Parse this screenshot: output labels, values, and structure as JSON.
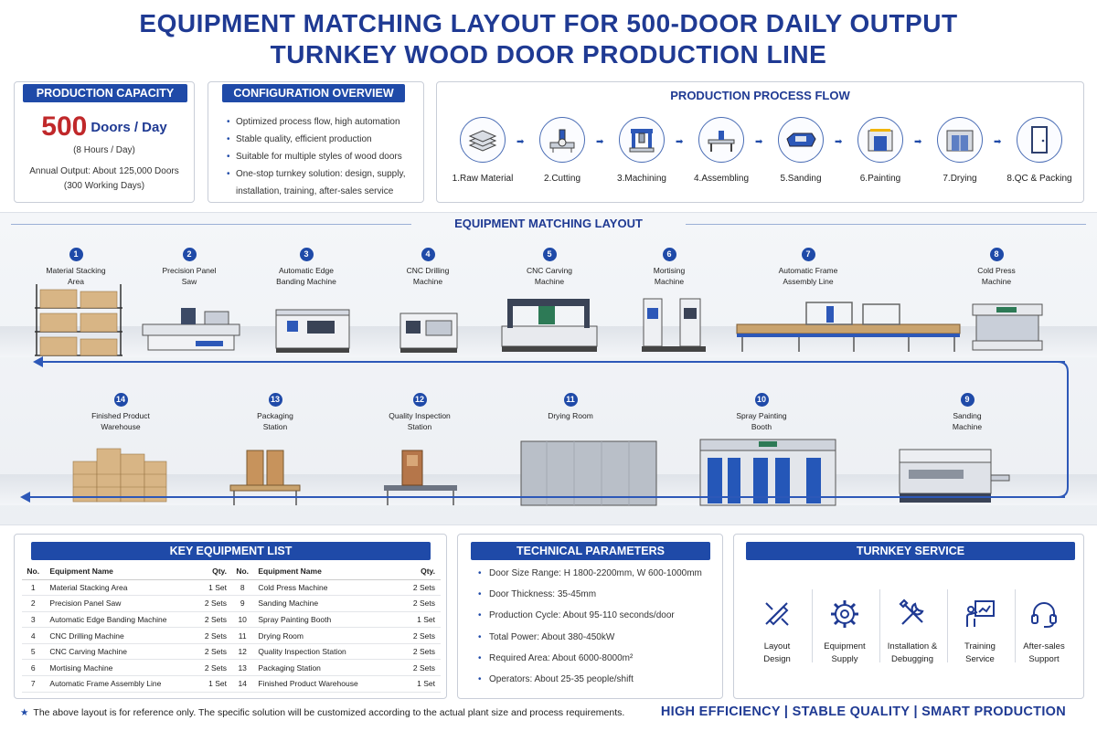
{
  "title": {
    "line1": "EQUIPMENT MATCHING LAYOUT FOR 500-DOOR DAILY OUTPUT",
    "line2": "TURNKEY WOOD DOOR PRODUCTION LINE"
  },
  "capacity": {
    "heading": "PRODUCTION CAPACITY",
    "number": "500",
    "unit": "Doors / Day",
    "hours": "(8 Hours / Day)",
    "annual": "Annual Output: About 125,000 Doors",
    "working_days": "(300 Working Days)"
  },
  "config": {
    "heading": "CONFIGURATION OVERVIEW",
    "items": [
      "Optimized process flow, high automation",
      "Stable quality, efficient production",
      "Suitable for multiple styles of wood doors",
      "One-stop turnkey solution: design, supply,",
      "installation, training, after-sales service"
    ]
  },
  "process_flow": {
    "heading": "PRODUCTION PROCESS FLOW",
    "steps": [
      {
        "label": "1.Raw Material",
        "icon": "stacked-boards-icon"
      },
      {
        "label": "2.Cutting",
        "icon": "saw-machine-icon"
      },
      {
        "label": "3.Machining",
        "icon": "machining-center-icon"
      },
      {
        "label": "4.Assembling",
        "icon": "assembly-table-icon"
      },
      {
        "label": "5.Sanding",
        "icon": "sanding-machine-icon"
      },
      {
        "label": "6.Painting",
        "icon": "paint-booth-icon"
      },
      {
        "label": "7.Drying",
        "icon": "drying-room-icon"
      },
      {
        "label": "8.QC & Packing",
        "icon": "door-icon"
      }
    ]
  },
  "layout": {
    "heading": "EQUIPMENT MATCHING LAYOUT",
    "stations": [
      {
        "num": "1",
        "name": "Material Stacking Area"
      },
      {
        "num": "2",
        "name": "Precision Panel Saw"
      },
      {
        "num": "3",
        "name": "Automatic Edge Banding Machine"
      },
      {
        "num": "4",
        "name": "CNC Drilling Machine"
      },
      {
        "num": "5",
        "name": "CNC Carving Machine"
      },
      {
        "num": "6",
        "name": "Mortising Machine"
      },
      {
        "num": "7",
        "name": "Automatic Frame Assembly Line"
      },
      {
        "num": "8",
        "name": "Cold Press Machine"
      },
      {
        "num": "9",
        "name": "Sanding Machine"
      },
      {
        "num": "10",
        "name": "Spray Painting Booth"
      },
      {
        "num": "11",
        "name": "Drying Room"
      },
      {
        "num": "12",
        "name": "Quality Inspection Station"
      },
      {
        "num": "13",
        "name": "Packaging Station"
      },
      {
        "num": "14",
        "name": "Finished Product Warehouse"
      }
    ]
  },
  "equipment_list": {
    "heading": "KEY EQUIPMENT LIST",
    "headers": [
      "No.",
      "Equipment Name",
      "Qty."
    ],
    "rows": [
      {
        "no": "1",
        "name": "Material Stacking Area",
        "qty": "1 Set",
        "no2": "8",
        "name2": "Cold Press Machine",
        "qty2": "2 Sets"
      },
      {
        "no": "2",
        "name": "Precision Panel Saw",
        "qty": "2 Sets",
        "no2": "9",
        "name2": "Sanding Machine",
        "qty2": "2 Sets"
      },
      {
        "no": "3",
        "name": "Automatic Edge Banding Machine",
        "qty": "2 Sets",
        "no2": "10",
        "name2": "Spray Painting Booth",
        "qty2": "1 Set"
      },
      {
        "no": "4",
        "name": "CNC Drilling Machine",
        "qty": "2 Sets",
        "no2": "11",
        "name2": "Drying Room",
        "qty2": "2 Sets"
      },
      {
        "no": "5",
        "name": "CNC Carving Machine",
        "qty": "2 Sets",
        "no2": "12",
        "name2": "Quality Inspection Station",
        "qty2": "2 Sets"
      },
      {
        "no": "6",
        "name": "Mortising Machine",
        "qty": "2 Sets",
        "no2": "13",
        "name2": "Packaging Station",
        "qty2": "2 Sets"
      },
      {
        "no": "7",
        "name": "Automatic Frame Assembly Line",
        "qty": "1 Set",
        "no2": "14",
        "name2": "Finished Product Warehouse",
        "qty2": "1 Set"
      }
    ]
  },
  "technical": {
    "heading": "TECHNICAL PARAMETERS",
    "items": [
      "Door Size Range: H 1800-2200mm, W 600-1000mm",
      "Door Thickness: 35-45mm",
      "Production Cycle: About 95-110 seconds/door",
      "Total Power: About 380-450kW",
      "Required Area: About 6000-8000m²",
      "Operators: About 25-35 people/shift"
    ]
  },
  "turnkey": {
    "heading": "TURNKEY SERVICE",
    "items": [
      {
        "line1": "Layout",
        "line2": "Design",
        "icon": "ruler-pencil-icon"
      },
      {
        "line1": "Equipment",
        "line2": "Supply",
        "icon": "gear-icon"
      },
      {
        "line1": "Installation &",
        "line2": "Debugging",
        "icon": "tools-icon"
      },
      {
        "line1": "Training",
        "line2": "Service",
        "icon": "trainer-board-icon"
      },
      {
        "line1": "After-sales",
        "line2": "Support",
        "icon": "headset-icon"
      }
    ]
  },
  "footer": {
    "note": "The above layout is for reference only. The specific solution will be customized according to the actual plant size and process requirements.",
    "slogan": "HIGH EFFICIENCY | STABLE QUALITY | SMART PRODUCTION"
  },
  "colors": {
    "primary": "#1f4aa8",
    "title": "#1f3a93",
    "accent_red": "#c0282a"
  }
}
